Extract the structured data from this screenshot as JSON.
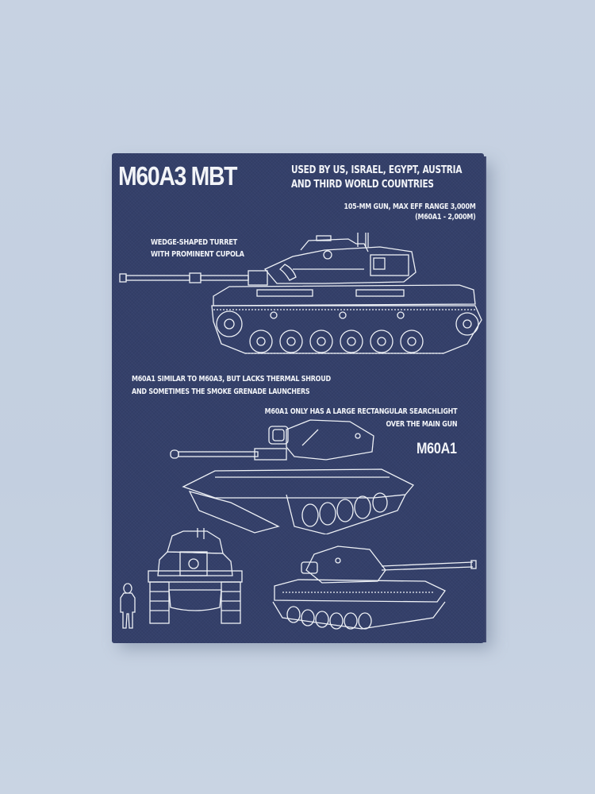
{
  "poster": {
    "title": "M60A3 MBT",
    "subtitle_lines": [
      "USED BY US, ISRAEL, EGYPT, AUSTRIA",
      "AND THIRD WORLD COUNTRIES"
    ],
    "annotations": {
      "gun": [
        "105-MM GUN, MAX EFF RANGE 3,000M",
        "(M60A1 - 2,000M)"
      ],
      "turret": [
        "WEDGE-SHAPED TURRET",
        "WITH PROMINENT CUPOLA"
      ],
      "similar": [
        "M60A1 SIMILAR TO M60A3, BUT LACKS THERMAL SHROUD",
        "AND SOMETIMES THE SMOKE GRENADE LAUNCHERS"
      ],
      "searchlight": [
        "M60A1 ONLY HAS A LARGE RECTANGULAR SEARCHLIGHT",
        "OVER THE MAIN GUN"
      ]
    },
    "variant_label": "M60A1",
    "illustrations": [
      "tank-side-view-icon",
      "tank-three-quarter-front-icon",
      "tank-front-view-icon",
      "human-scale-figure-icon",
      "tank-three-quarter-rear-icon"
    ],
    "colors": {
      "canvas": "#34406a",
      "line_art": "#eef1f6",
      "wall": "#c7d2e2"
    }
  }
}
